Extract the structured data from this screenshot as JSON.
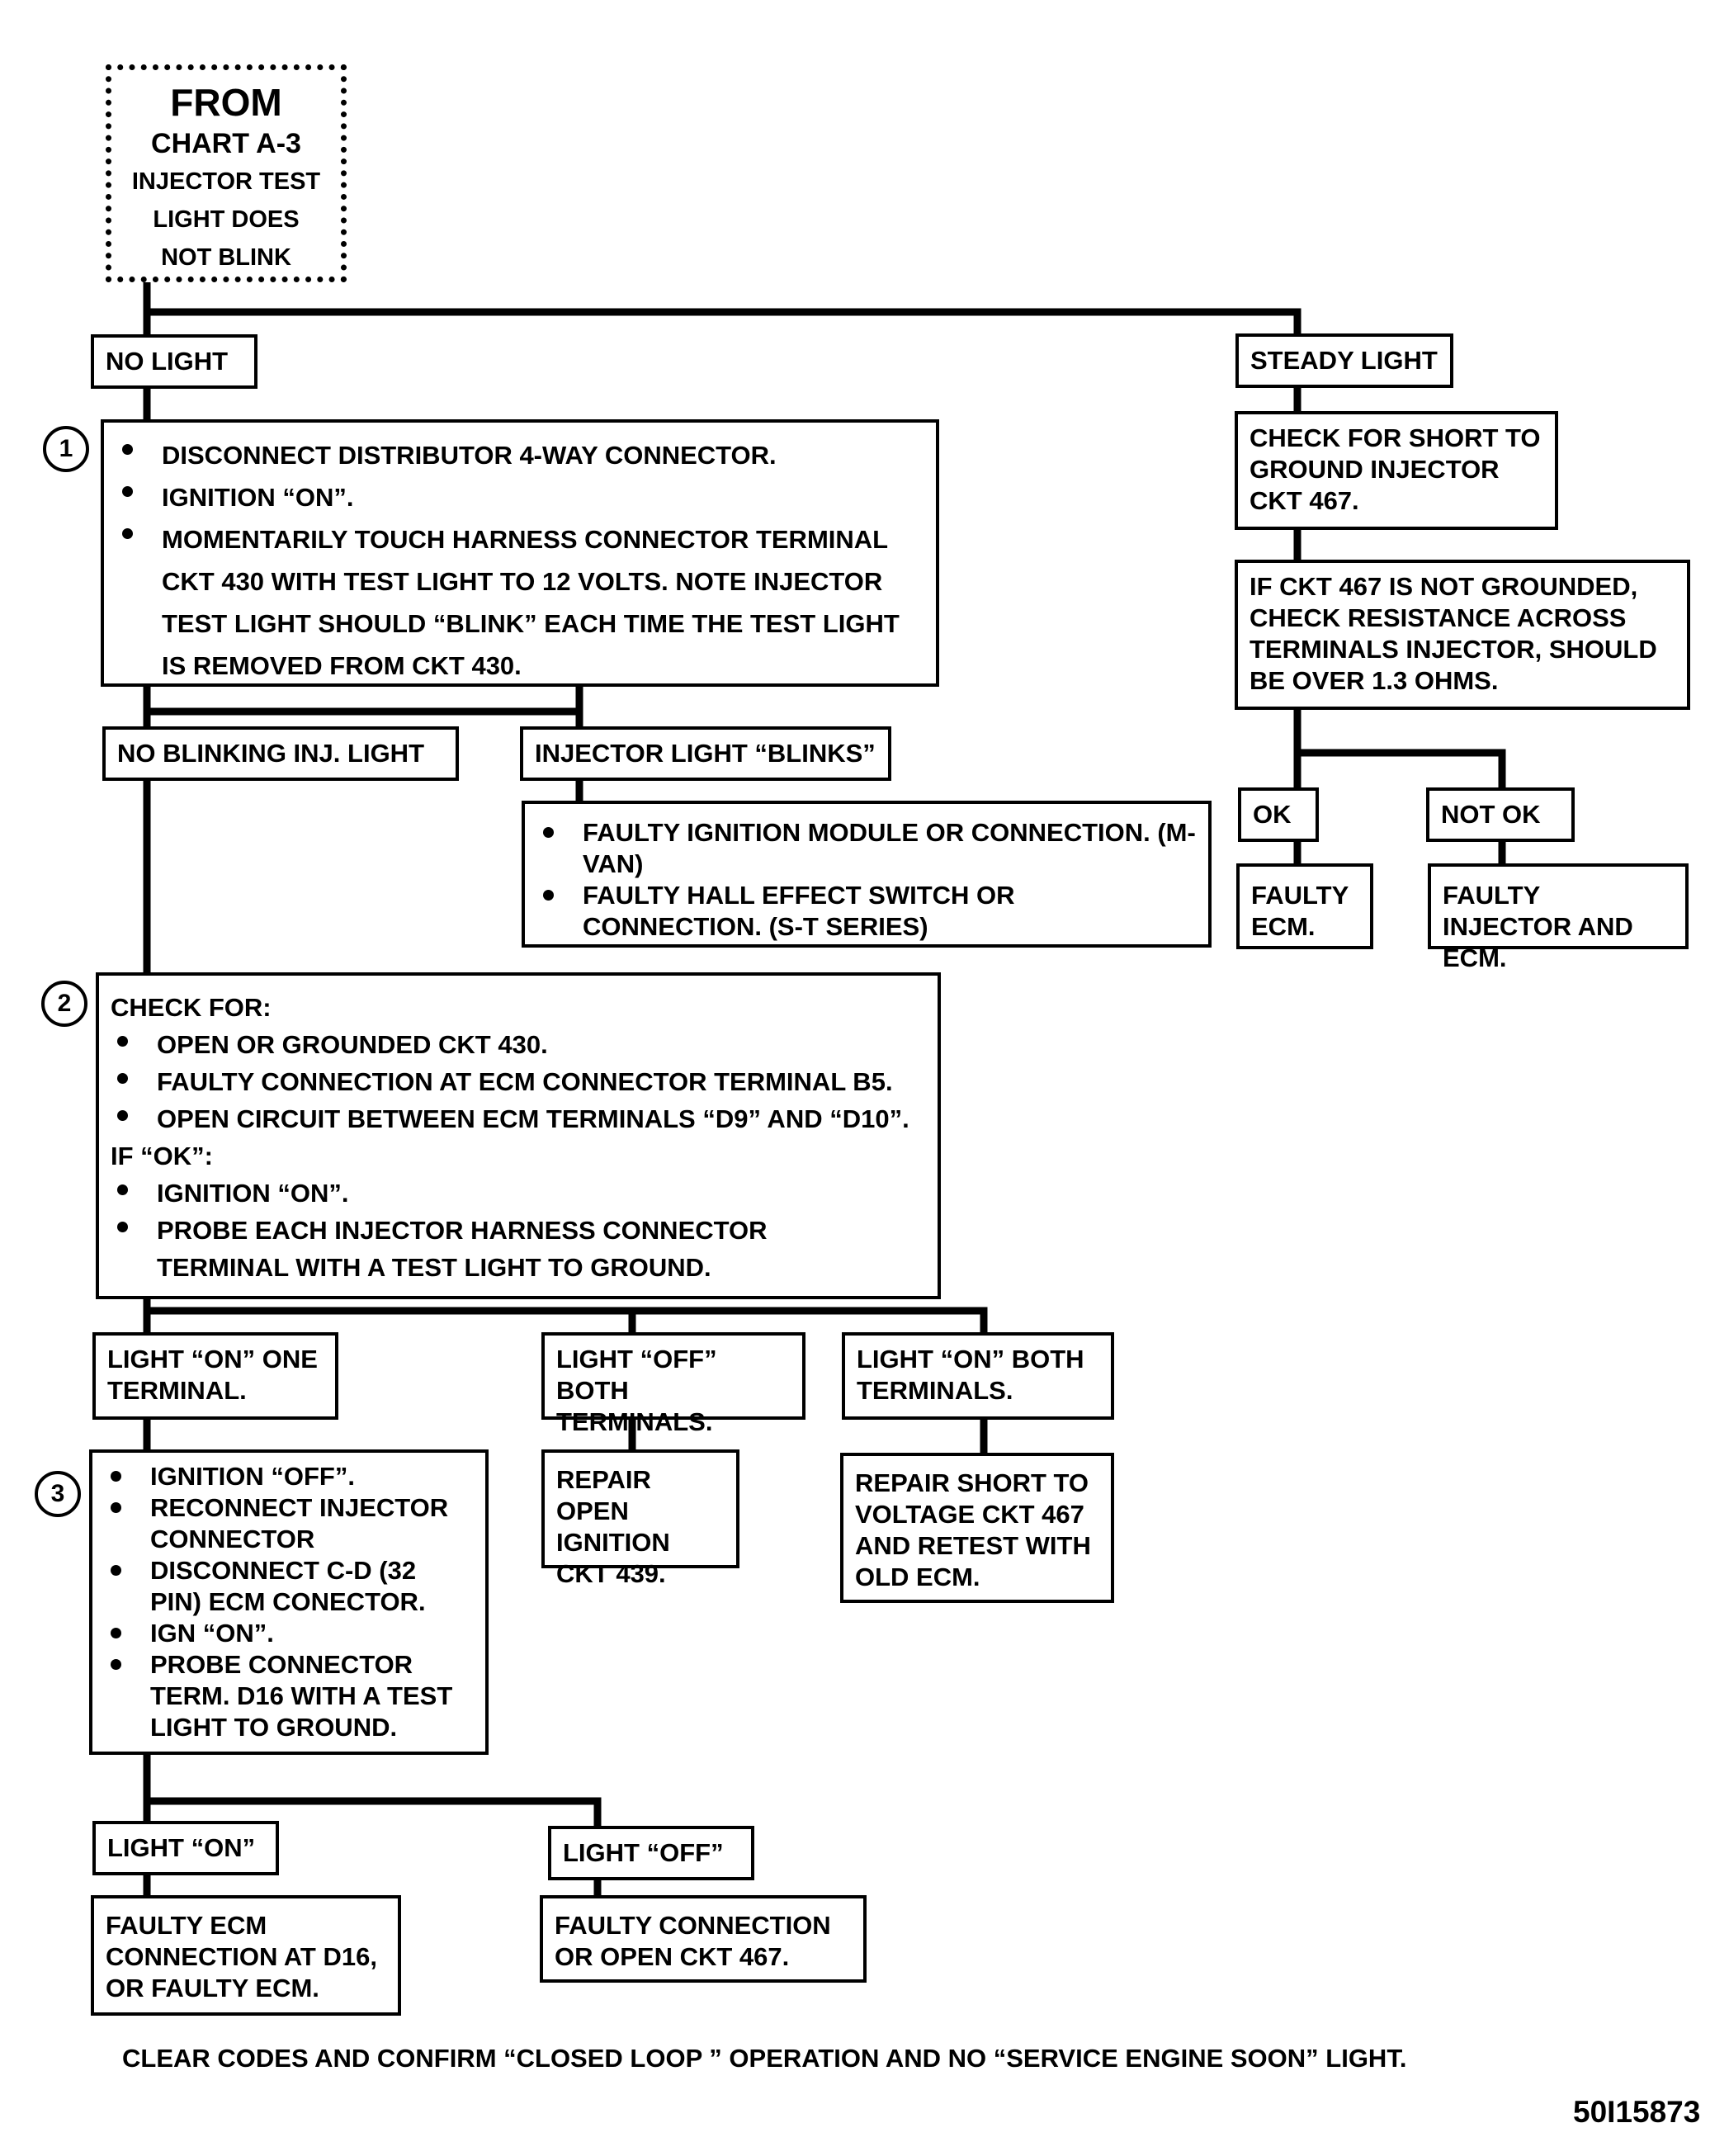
{
  "from": {
    "line1": "FROM",
    "line2": "CHART A-3",
    "line3": "INJECTOR TEST",
    "line4": "LIGHT DOES",
    "line5": "NOT BLINK"
  },
  "branches": {
    "no_light": "NO LIGHT",
    "steady_light": "STEADY LIGHT"
  },
  "step1": {
    "number": "1",
    "items": [
      "DISCONNECT DISTRIBUTOR 4-WAY CONNECTOR.",
      "IGNITION “ON”.",
      "MOMENTARILY TOUCH HARNESS CONNECTOR TERMINAL CKT 430 WITH TEST LIGHT TO 12 VOLTS.  NOTE INJECTOR TEST LIGHT SHOULD “BLINK” EACH TIME THE TEST LIGHT IS REMOVED FROM CKT 430."
    ]
  },
  "step1_results": {
    "no_blink": "NO BLINKING INJ. LIGHT",
    "blinks": "INJECTOR LIGHT “BLINKS”",
    "blinks_action": [
      "FAULTY IGNITION MODULE OR CONNECTION. (M-VAN)",
      "FAULTY HALL EFFECT SWITCH OR CONNECTION. (S-T SERIES)"
    ]
  },
  "steady": {
    "check_short": "CHECK FOR SHORT TO GROUND INJECTOR CKT 467.",
    "if_not_grounded": "IF CKT 467 IS NOT GROUNDED, CHECK RESISTANCE  ACROSS TERMINALS INJECTOR,  SHOULD BE OVER 1.3 OHMS.",
    "ok": "OK",
    "not_ok": "NOT OK",
    "faulty_ecm": "FAULTY ECM.",
    "faulty_injector_ecm": "FAULTY INJECTOR AND ECM."
  },
  "step2": {
    "number": "2",
    "heading": "CHECK FOR:",
    "checks": [
      "OPEN OR GROUNDED CKT 430.",
      "FAULTY CONNECTION AT ECM CONNECTOR TERMINAL B5.",
      "OPEN CIRCUIT BETWEEN ECM TERMINALS “D9” AND “D10”."
    ],
    "if_ok": "IF “OK”:",
    "then": [
      "IGNITION “ON”.",
      "PROBE EACH  INJECTOR HARNESS CONNECTOR TERMINAL WITH A TEST LIGHT TO GROUND."
    ]
  },
  "step2_results": {
    "on_one": "LIGHT “ON” ONE TERMINAL.",
    "off_both": "LIGHT “OFF” BOTH TERMINALS.",
    "on_both": "LIGHT “ON” BOTH TERMINALS.",
    "repair_open": "REPAIR OPEN IGNITION CKT 439.",
    "repair_short": "REPAIR SHORT TO VOLTAGE CKT 467 AND RETEST WITH OLD ECM."
  },
  "step3": {
    "number": "3",
    "items": [
      "IGNITION “OFF”.",
      "RECONNECT INJECTOR CONNECTOR",
      "DISCONNECT C-D (32 PIN) ECM CONECTOR.",
      "IGN “ON”.",
      "PROBE CONNECTOR TERM. D16 WITH A TEST LIGHT TO GROUND."
    ]
  },
  "step3_results": {
    "light_on": "LIGHT “ON”",
    "light_off": "LIGHT “OFF”",
    "faulty_ecm_conn": "FAULTY ECM CONNECTION AT D16, OR FAULTY ECM.",
    "faulty_conn": "FAULTY CONNECTION OR OPEN CKT 467."
  },
  "footer": "CLEAR CODES AND CONFIRM “CLOSED LOOP ” OPERATION AND NO “SERVICE ENGINE SOON” LIGHT.",
  "figure_code": "50I15873"
}
